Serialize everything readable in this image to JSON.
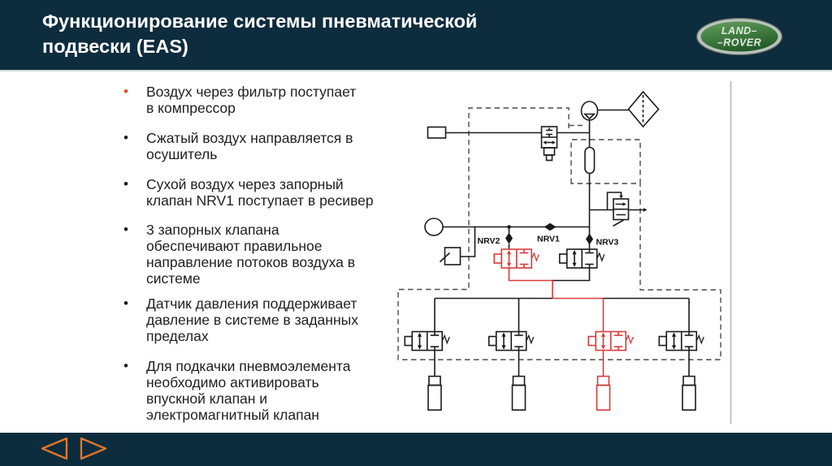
{
  "colors": {
    "navy": "#0d2c3e",
    "orange": "#e0762a",
    "red": "#d83b3b",
    "ink": "#1a1a1a",
    "marker_orange": "#d4551e",
    "marker_black": "#1b1b1b"
  },
  "header": {
    "title": "Функционирование системы пневматической подвески (EAS)",
    "logo": {
      "line1": "LAND–",
      "line2": "–ROVER"
    }
  },
  "bullets": [
    {
      "marker_color": "#d4551e",
      "gap": 3,
      "lines": [
        "Воздух через фильтр поступает",
        "в компрессор"
      ]
    },
    {
      "marker_color": "#1b1b1b",
      "gap": 17,
      "lines": [
        "Сжатый воздух направляется в",
        "осушитель"
      ]
    },
    {
      "marker_color": "#1b1b1b",
      "gap": 17,
      "lines": [
        "Сухой воздух через запорный",
        "клапан NRV1 поступает в ресивер"
      ]
    },
    {
      "marker_color": "#1b1b1b",
      "gap": 16,
      "lines": [
        "3 запорных клапана",
        "обеспечивают правильное",
        "направление потоков воздуха в",
        "системе"
      ]
    },
    {
      "marker_color": "#1b1b1b",
      "gap": 11,
      "lines": [
        "Датчик давления поддерживает",
        "давление в системе в заданных",
        "пределах"
      ]
    },
    {
      "marker_color": "#1b1b1b",
      "gap": 17,
      "lines": [
        "Для подкачки пневмоэлемента",
        "необходимо активировать",
        "впускной клапан и",
        "электромагнитный клапан"
      ]
    }
  ],
  "diagram": {
    "labels": {
      "nrv1": "NRV1",
      "nrv2": "NRV2",
      "nrv3": "NRV3"
    },
    "components": [
      "air-filter",
      "compressor",
      "air-dryer",
      "vent-valve",
      "pressure-relief-valve",
      "pressure-sensor",
      "check-valves",
      "solenoid-valves",
      "air-springs"
    ],
    "active_color_meaning": "red = active air path",
    "red_hex": "#d83b3b"
  },
  "footer": {
    "prev_icon": "left-triangle",
    "next_icon": "right-triangle"
  }
}
